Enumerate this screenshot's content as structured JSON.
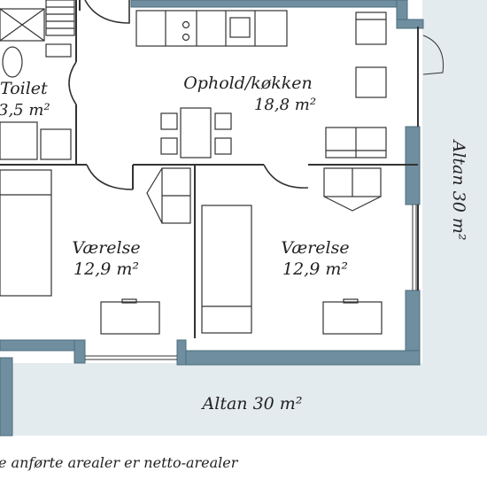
{
  "rooms": {
    "toilet": {
      "name": "Toilet",
      "area": "3,5 m²"
    },
    "ophold": {
      "name": "Ophold/køkken",
      "area": "18,8 m²"
    },
    "vaerelse_left": {
      "name": "Værelse",
      "area": "12,9 m²"
    },
    "vaerelse_right": {
      "name": "Værelse",
      "area": "12,9 m²"
    }
  },
  "balconies": {
    "right": {
      "label": "Altan 30 m²"
    },
    "bottom": {
      "label": "Altan 30 m²"
    }
  },
  "footnote": "e anførte arealer er netto-arealer",
  "colors": {
    "wall_fill": "#6f8fa0",
    "wall_stroke": "#4e6c7d",
    "balcony": "#e4ebee",
    "line": "#333333",
    "text": "#222222"
  }
}
